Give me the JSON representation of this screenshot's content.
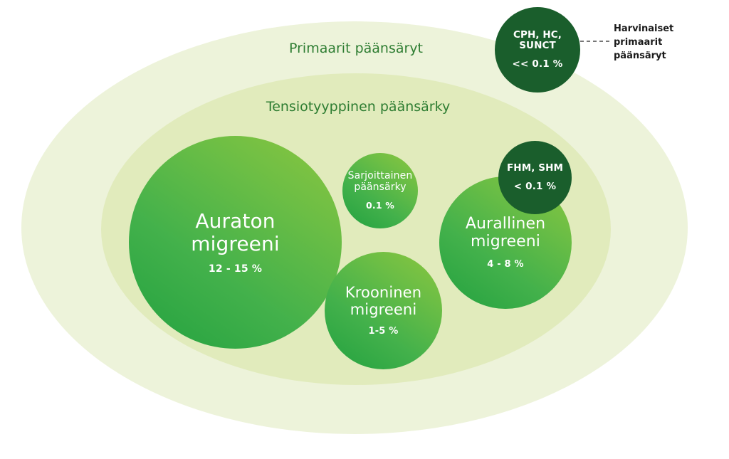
{
  "diagram": {
    "title_outer": "Primaarit päänsäryt",
    "title_inner": "Tensiotyyppinen päänsärky",
    "annotation": {
      "line1": "Harvinaiset",
      "line2": "primaarit",
      "line3": "päänsäryt"
    },
    "colors": {
      "outer_ellipse": "#EDF3DA",
      "inner_ellipse": "#E1EBBC",
      "bubble_light_green": "#8CC63F",
      "bubble_dark_green": "#22A13F",
      "dark_bubble": "#1A5E2C",
      "ring_label_text": "#2E7D32",
      "annotation_text": "#1A1A1A",
      "bubble_text": "#FFFFFF"
    }
  },
  "chart_data": {
    "type": "bubble",
    "title": "Primaarit päänsäryt",
    "groups": [
      {
        "name": "Primaarit päänsäryt",
        "kind": "outer-ellipse"
      },
      {
        "name": "Tensiotyyppinen päänsärky",
        "kind": "inner-ellipse"
      }
    ],
    "bubbles": [
      {
        "id": "auraton",
        "label": "Auraton migreeni",
        "value": "12 - 15 %",
        "min": 12,
        "max": 15,
        "style": "green"
      },
      {
        "id": "sarjoittainen",
        "label": "Sarjoittainen päänsärky",
        "value": "0.1 %",
        "min": 0.1,
        "max": 0.1,
        "style": "green"
      },
      {
        "id": "krooninen",
        "label": "Krooninen migreeni",
        "value": "1-5 %",
        "min": 1,
        "max": 5,
        "style": "green"
      },
      {
        "id": "aurallinen",
        "label": "Aurallinen migreeni",
        "value": "4 - 8 %",
        "min": 4,
        "max": 8,
        "style": "green"
      },
      {
        "id": "fhm",
        "label": "FHM, SHM",
        "value": "< 0.1 %",
        "min": 0,
        "max": 0.1,
        "style": "dark"
      },
      {
        "id": "cph",
        "label": "CPH, HC, SUNCT",
        "value": "<< 0.1 %",
        "min": 0,
        "max": 0.1,
        "style": "dark"
      }
    ],
    "annotations": [
      {
        "target": "cph",
        "text": "Harvinaiset primaarit päänsäryt",
        "connector": "dashed-line"
      }
    ]
  },
  "bubbles": {
    "auraton": {
      "name_line1": "Auraton",
      "name_line2": "migreeni",
      "pct": "12 - 15 %"
    },
    "sarjoittainen": {
      "name_line1": "Sarjoittainen",
      "name_line2": "päänsärky",
      "pct": "0.1 %"
    },
    "krooninen": {
      "name_line1": "Krooninen",
      "name_line2": "migreeni",
      "pct": "1-5 %"
    },
    "aurallinen": {
      "name_line1": "Aurallinen",
      "name_line2": "migreeni",
      "pct": "4 - 8 %"
    },
    "fhm": {
      "name_line1": "FHM, SHM",
      "pct": "< 0.1 %"
    },
    "cph": {
      "name_line1": "CPH, HC, SUNCT",
      "pct": "<< 0.1 %"
    }
  }
}
